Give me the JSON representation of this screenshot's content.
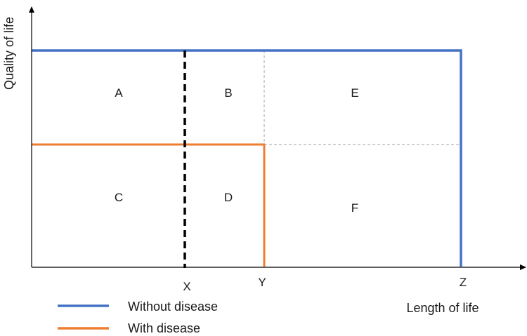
{
  "axes": {
    "y_label": "Quality of life",
    "x_label": "Length of life"
  },
  "x_ticks": [
    "X",
    "Y",
    "Z"
  ],
  "regions": [
    "A",
    "B",
    "C",
    "D",
    "E",
    "F"
  ],
  "legend": [
    {
      "label": "Without disease",
      "color": "#4472C4"
    },
    {
      "label": "With disease",
      "color": "#ED7D31"
    }
  ],
  "colors": {
    "axis": "#000000",
    "guide": "#a0a0a0"
  }
}
